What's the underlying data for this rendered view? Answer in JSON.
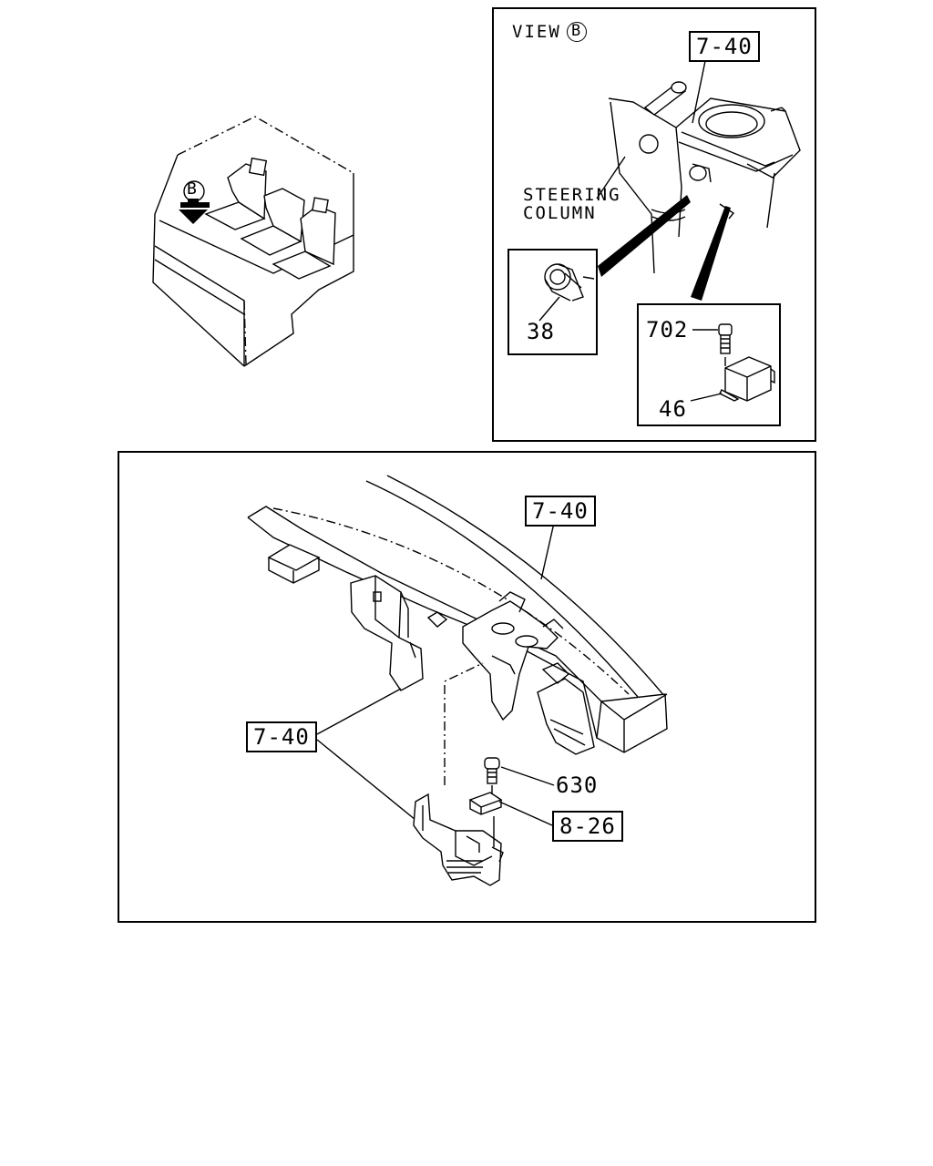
{
  "view_panel": {
    "view_label": "VIEW",
    "view_marker": "B",
    "ref_top": "7-40",
    "steering_line1": "STEERING",
    "steering_line2": "COLUMN",
    "part_38": "38",
    "part_702": "702",
    "part_46": "46"
  },
  "cab_overview": {
    "view_marker": "B"
  },
  "main_panel": {
    "ref_dash": "7-40",
    "ref_bracket": "7-40",
    "part_630": "630",
    "ref_8_26": "8-26"
  }
}
